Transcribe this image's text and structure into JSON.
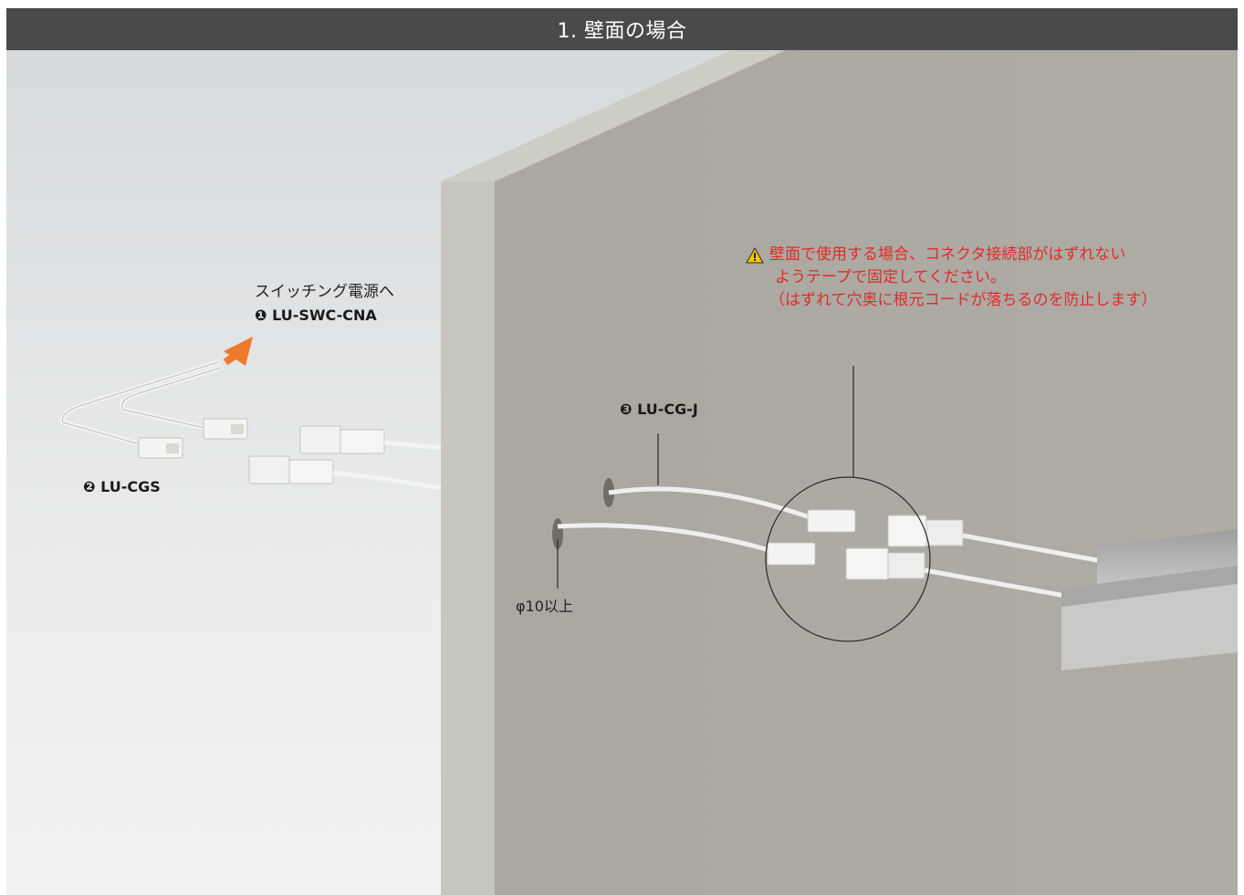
{
  "header": {
    "title": "1. 壁面の場合"
  },
  "labels": {
    "power_to": "スイッチング電源へ",
    "item1": "❶ LU-SWC-CNA",
    "item2": "❷ LU-CGS",
    "item3": "❸ LU-CG-J",
    "hole_size": "φ10以上"
  },
  "warning": {
    "icon": "warning-triangle-icon",
    "lines": [
      "壁面で使用する場合、コネクタ接続部がはずれない",
      "ようテープで固定してください。",
      "（はずれて穴奥に根元コードが落ちるのを防止します）"
    ]
  },
  "colors": {
    "header_bg": "#4a4a4c",
    "warning_text": "#e22b2b",
    "arrow": "#f07a2c",
    "wall": "#aaa89f"
  }
}
